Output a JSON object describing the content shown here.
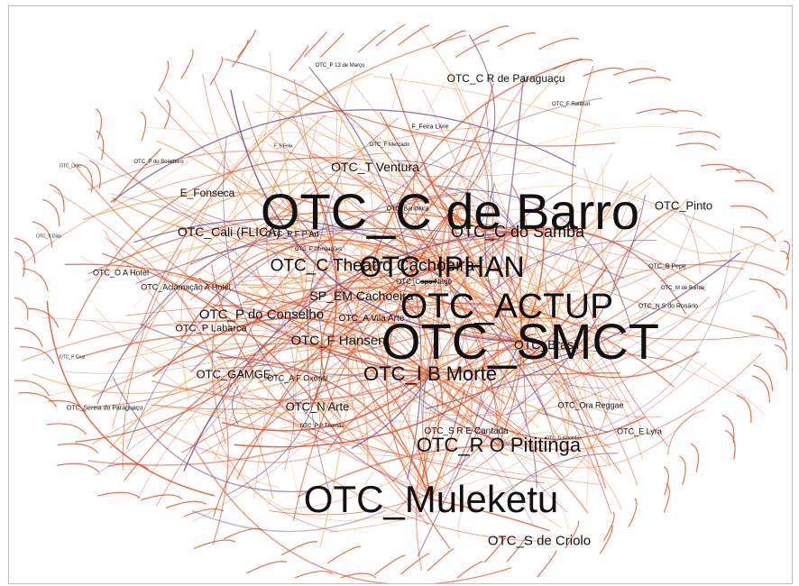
{
  "graph": {
    "colors": {
      "edge_warm": "#d9532b",
      "edge_orange": "#f0a35c",
      "edge_purple": "#6a4c8c",
      "node_text": "#111111"
    },
    "labels": [
      {
        "id": "c-de-barro",
        "text": "OTC_C de Barro"
      },
      {
        "id": "smct",
        "text": "OTC_SMCT"
      },
      {
        "id": "actup",
        "text": "OTC_ACTUP"
      },
      {
        "id": "muleketu",
        "text": "OTC_Muleketu"
      },
      {
        "id": "iphan",
        "text": "OTC_IPHAN"
      },
      {
        "id": "r-o-pititinga",
        "text": "OTC_R O Pititinga"
      },
      {
        "id": "i-b-morte",
        "text": "OTC_I B Morte"
      },
      {
        "id": "c-do-samba",
        "text": "OTC_C do Samba"
      },
      {
        "id": "c-teatro",
        "text": "OTC_C Theatro Cachoeira"
      },
      {
        "id": "s-de-criolo",
        "text": "OTC_S de Criolo"
      },
      {
        "id": "t-ventura",
        "text": "OTC_T Ventura"
      },
      {
        "id": "cali",
        "text": "OTC_Cali (FLICA)"
      },
      {
        "id": "p-do-conselho",
        "text": "OTC_P do Conselho"
      },
      {
        "id": "c-r-paraguacu",
        "text": "OTC_C R de Paraguaçu"
      },
      {
        "id": "f-hansen",
        "text": "OTC_F Hansen"
      },
      {
        "id": "sp-em",
        "text": "SP_EM Cachoeira"
      },
      {
        "id": "brasil",
        "text": "OTC_Brasil"
      },
      {
        "id": "gamge",
        "text": "OTC_GAMGE"
      },
      {
        "id": "n-arte",
        "text": "OTC_N Arte"
      },
      {
        "id": "pinto",
        "text": "OTC_Pinto"
      },
      {
        "id": "p-labarca",
        "text": "OTC_P Labarca"
      },
      {
        "id": "aclamacao",
        "text": "OTC_Aclamação A Hotel"
      },
      {
        "id": "o-a-hotel",
        "text": "OTC_O A Hotel"
      },
      {
        "id": "s-r-e-cantada",
        "text": "OTC_S R E Cantada"
      },
      {
        "id": "ora-reggae",
        "text": "OTC_Ora Reggae"
      },
      {
        "id": "e-lyra",
        "text": "OTC_E Lyra"
      },
      {
        "id": "sereia",
        "text": "OTC_Sereia do Paraguaçu"
      },
      {
        "id": "p-13-marco",
        "text": "OTC_P 13 de Março"
      },
      {
        "id": "f-ratiburi",
        "text": "OTC_F Ratiburi"
      },
      {
        "id": "f-feira-livre",
        "text": "F_Feira Livre"
      },
      {
        "id": "n-s-rosario",
        "text": "OTC_N S do Rosário"
      },
      {
        "id": "m-de-bonde",
        "text": "OTC_M de Bonde"
      },
      {
        "id": "b-pepe",
        "text": "OTC_B Pepe"
      },
      {
        "id": "p-p-thomas",
        "text": "OTC_P P Thomás"
      },
      {
        "id": "a-f-oxossi",
        "text": "OTC_A F Oxóssi"
      },
      {
        "id": "p-boiadeiro",
        "text": "OTC_P do Boiadeiro"
      },
      {
        "id": "leite",
        "text": "OTC_Leite"
      },
      {
        "id": "f-mercado",
        "text": "OTC_F Mercado"
      },
      {
        "id": "e-fonseca",
        "text": "E_Fonseca"
      },
      {
        "id": "bandeira",
        "text": "OTC_Bandeira"
      },
      {
        "id": "a-vil-arte",
        "text": "OTC_A Vila Arte"
      },
      {
        "id": "p-f-ad",
        "text": "OTC_P F P Ad"
      },
      {
        "id": "p-obr-sas",
        "text": "OTC_P Obrigações"
      },
      {
        "id": "capa-nago",
        "text": "OTC_Capo Nagô"
      },
      {
        "id": "f-sao-felix",
        "text": "F_S Felix"
      },
      {
        "id": "x-dias",
        "text": "OTC_X Dias"
      },
      {
        "id": "p-cruz",
        "text": "OTC_P Cruz"
      },
      {
        "id": "o-kmoedas",
        "text": "OTC_O Kinoedas"
      }
    ]
  }
}
